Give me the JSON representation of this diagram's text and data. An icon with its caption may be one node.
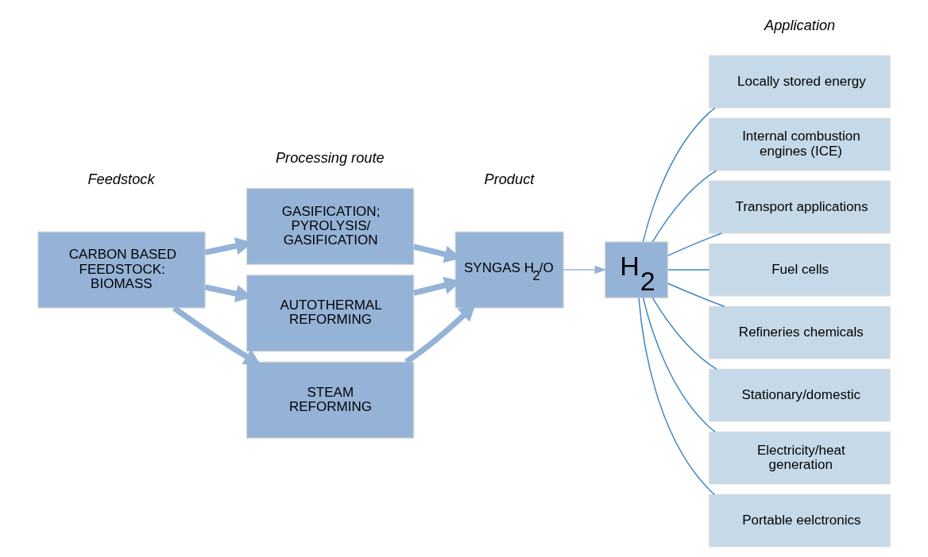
{
  "diagram": {
    "nodes": [
      {
        "text": [
          "CARBON BASED FEEDSTOCK: BIOMASS"
        ]
      },
      {
        "text": [
          "GASIFICATION; PYROLYSIS/ GASIFICATION"
        ]
      },
      {
        "text": [
          "AUTOTHERMAL REFORMING"
        ]
      },
      {
        "text": [
          "STEAM REFORMING"
        ]
      },
      {
        "text": [
          "SYNGAS H$_{2}$/O"
        ]
      },
      {
        "text": [
          "H$_{2}$"
        ]
      },
      {
        "text": [
          "Locally stored energy"
        ]
      },
      {
        "text": [
          "Internal combustion engines (ICE)"
        ]
      },
      {
        "text": [
          "Transport applications"
        ]
      },
      {
        "text": [
          "Fuel cells"
        ]
      },
      {
        "text": [
          "Refineries chemicals"
        ]
      },
      {
        "text": [
          "Stationary/domestic"
        ]
      },
      {
        "text": [
          "Electricity/heat generation"
        ]
      },
      {
        "text": [
          "Portable eelctronics"
        ]
      }
    ],
    "edges": [
      {
        "from": 0,
        "to": 1,
        "arrow": "to",
        "style": "thick",
        "color": "#95b3d7"
      },
      {
        "from": 0,
        "to": 2,
        "arrow": "to",
        "style": "thick",
        "color": "#95b3d7"
      },
      {
        "from": 0,
        "to": 3,
        "arrow": "to",
        "style": "thick",
        "color": "#95b3d7"
      },
      {
        "from": 1,
        "to": 4,
        "arrow": "to",
        "style": "thick",
        "color": "#95b3d7"
      },
      {
        "from": 2,
        "to": 4,
        "arrow": "to",
        "style": "thick",
        "color": "#95b3d7"
      },
      {
        "from": 3,
        "to": 4,
        "arrow": "to",
        "style": "thick",
        "color": "#95b3d7"
      },
      {
        "from": 4,
        "to": 5,
        "arrow": "to",
        "color": "#95b3d7"
      },
      {
        "from": 5,
        "to": 6,
        "arrow": "none"
      },
      {
        "from": 5,
        "to": 7,
        "arrow": "none"
      },
      {
        "from": 5,
        "to": 8,
        "arrow": "none"
      },
      {
        "from": 5,
        "to": 9,
        "arrow": "none"
      },
      {
        "from": 5,
        "to": 10,
        "arrow": "none"
      },
      {
        "from": 5,
        "to": 11,
        "arrow": "none"
      },
      {
        "from": 5,
        "to": 12,
        "arrow": "none"
      },
      {
        "from": 5,
        "to": 13,
        "arrow": "none"
      }
    ],
    "labels": [
      "Feedstock",
      "Processing route",
      "Product",
      "Application"
    ]
  }
}
